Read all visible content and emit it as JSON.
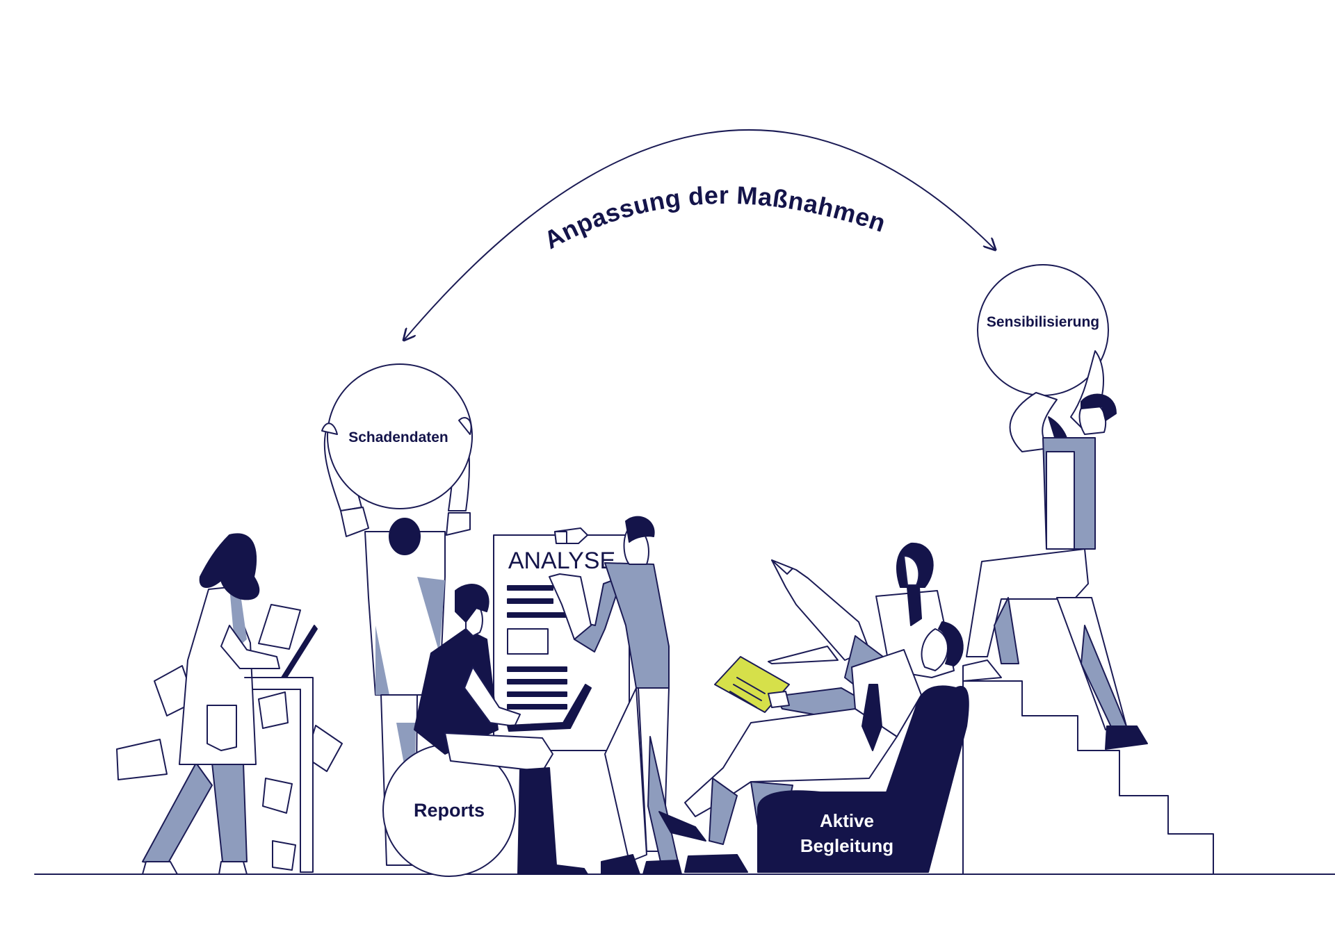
{
  "title": "Anpassung der Maßnahmen",
  "labels": {
    "schadendaten": "Schadendaten",
    "sensibilisierung": "Sensibilisierung",
    "reports": "Reports",
    "aktive_line1": "Aktive",
    "aktive_line2": "Begleitung",
    "analyse": "ANALYSE"
  },
  "colors": {
    "navy": "#14144a",
    "slate": "#8e9cbd",
    "accent_yellow": "#d6e04a",
    "background": "#ffffff"
  }
}
